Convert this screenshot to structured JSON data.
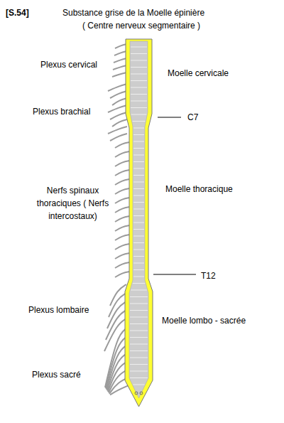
{
  "diagram": {
    "title": "Substance grise de la Moelle épinière",
    "labels": [
      "[S.54]",
      "( Centre nerveux segmentaire )",
      "Plexus cervical",
      "Plexus brachial",
      "Nerfs spinaux thoraciques ( Nerfs intercostaux)",
      "Plexus lombaire",
      "Plexus sacré",
      "Moelle cervicale",
      "C7",
      "Moelle thoracique",
      "T12",
      "Moelle lombo - sacrée"
    ]
  }
}
